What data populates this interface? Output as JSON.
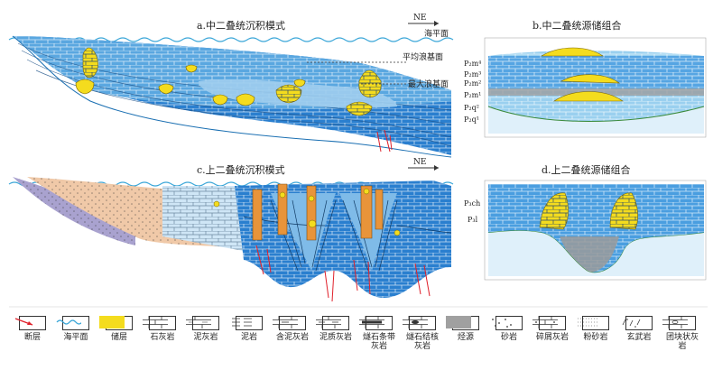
{
  "panels": {
    "a_title": "a.中二叠统沉积模式",
    "b_title": "b.中二叠统源储组合",
    "c_title": "c.上二叠统沉积模式",
    "d_title": "d.上二叠统源储组合"
  },
  "annotations": {
    "ne": "NE",
    "ne_c": "NE",
    "sea_level": "海平面",
    "fwb": "平均浪基面",
    "swb": "最大浪基面"
  },
  "strata_b": [
    "P₂m⁴",
    "P₂m³",
    "P₂m²",
    "P₂m¹",
    "P₂q²",
    "P₂q¹"
  ],
  "strata_d": [
    "P₃ch",
    "P₃l"
  ],
  "legend": [
    {
      "label": "断层",
      "icon": "fault-icon"
    },
    {
      "label": "海平面",
      "icon": "sea-level-icon"
    },
    {
      "label": "储层",
      "icon": "reservoir-icon"
    },
    {
      "label": "石灰岩",
      "icon": "limestone-icon"
    },
    {
      "label": "泥灰岩",
      "icon": "marl-icon"
    },
    {
      "label": "泥岩",
      "icon": "mudstone-icon"
    },
    {
      "label": "含泥灰岩",
      "icon": "argillaceous-limestone-icon"
    },
    {
      "label": "泥质灰岩",
      "icon": "muddy-limestone-icon"
    },
    {
      "label": "燧石条带灰岩",
      "icon": "chert-band-limestone-icon"
    },
    {
      "label": "燧石结核灰岩",
      "icon": "chert-nodule-limestone-icon"
    },
    {
      "label": "烃源",
      "icon": "source-rock-icon"
    },
    {
      "label": "砂岩",
      "icon": "sandstone-icon"
    },
    {
      "label": "碎屑灰岩",
      "icon": "clastic-limestone-icon"
    },
    {
      "label": "粉砂岩",
      "icon": "siltstone-icon"
    },
    {
      "label": "玄武岩",
      "icon": "basalt-icon"
    },
    {
      "label": "团块状灰岩",
      "icon": "lumpy-limestone-icon"
    }
  ],
  "colors": {
    "deep": "#1f6fc0",
    "mid": "#3a8fd8",
    "light": "#8fc3ea",
    "pale": "#cfe6f6",
    "reservoir": "#f4dc1e",
    "orange": "#e8943a",
    "tan": "#f0c9a8",
    "purple": "#a9a2cf",
    "source": "#a0a0a0",
    "fault": "#e0202a",
    "wave": "#3aa6d8"
  }
}
